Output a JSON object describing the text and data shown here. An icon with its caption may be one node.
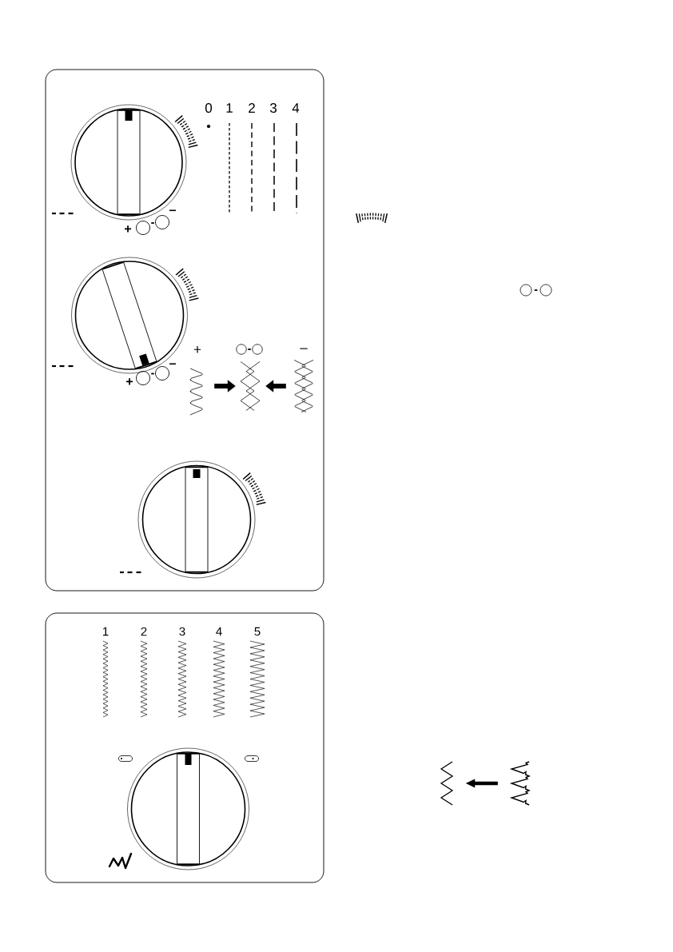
{
  "diagram": {
    "nodes": [
      {
        "text": [],
        "shape": "box"
      },
      {
        "text": [],
        "shape": "picture",
        "in": 0,
        "beside": [
          "+"
        ]
      },
      {
        "text": [],
        "shape": "picture",
        "in": 0
      },
      {
        "text": [],
        "shape": "picture",
        "in": 0,
        "beside": [
          "–"
        ]
      },
      {
        "text": [],
        "shape": "box"
      },
      {
        "text": [],
        "shape": "picture"
      },
      {
        "text": [],
        "shape": "picture"
      }
    ],
    "edges": [
      {
        "from": 1,
        "to": 2,
        "arrow": "to"
      },
      {
        "from": 3,
        "to": 2,
        "arrow": "to"
      },
      {
        "from": 6,
        "to": 5,
        "arrow": "to"
      }
    ],
    "labels": [
      "0",
      "1",
      "2",
      "3",
      "4",
      "+",
      "–",
      "+",
      "–",
      "1",
      "2",
      "3",
      "4",
      "5"
    ]
  }
}
